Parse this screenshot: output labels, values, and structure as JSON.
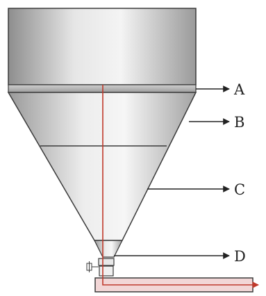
{
  "diagram": {
    "labels": {
      "a": "A",
      "b": "B",
      "c": "C",
      "d": "D"
    },
    "colors": {
      "outline": "#3a3a3a",
      "body_light": "#f2f2f2",
      "body_dark": "#8e8e8e",
      "center_line": "#c0392b",
      "outlet_pipe": "#f2d6d6"
    }
  }
}
